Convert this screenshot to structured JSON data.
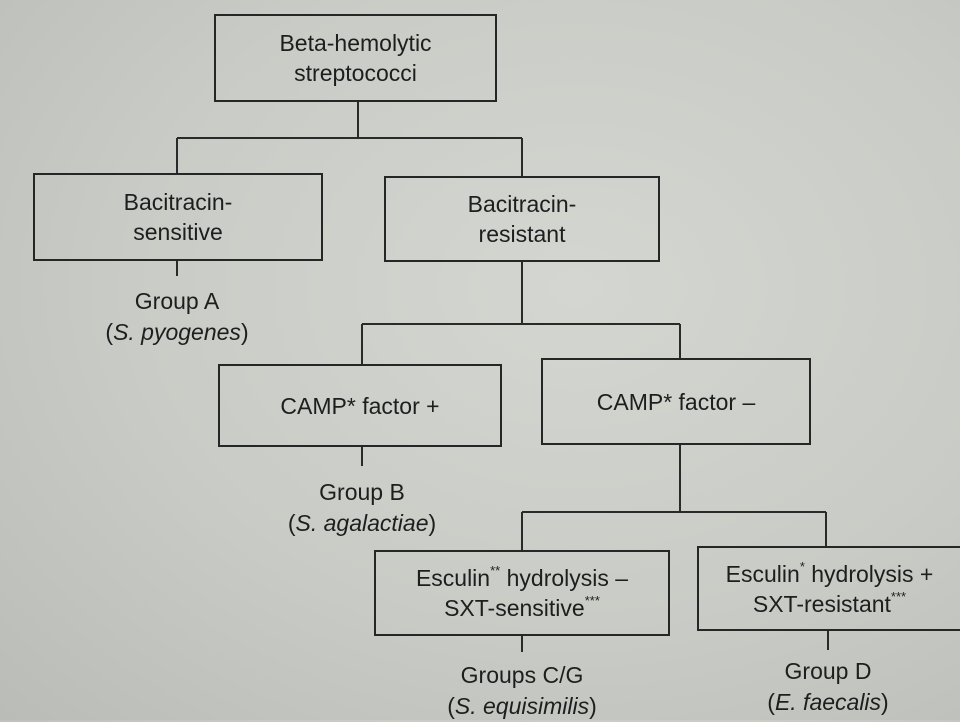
{
  "nodes": {
    "root": {
      "line1": "Beta-hemolytic",
      "line2": "streptococci"
    },
    "bacitracin_sensitive": {
      "line1": "Bacitracin-",
      "line2": "sensitive"
    },
    "bacitracin_resistant": {
      "line1": "Bacitracin-",
      "line2": "resistant"
    },
    "camp_positive": {
      "label": "CAMP* factor +"
    },
    "camp_negative": {
      "label": "CAMP* factor –"
    },
    "esculin_negative": {
      "line1": "Esculin",
      "line1_sup": "**",
      "line1_rest": " hydrolysis –",
      "line2": "SXT-sensitive",
      "line2_sup": "***"
    },
    "esculin_positive": {
      "line1": "Esculin",
      "line1_sup": "*",
      "line1_rest": " hydrolysis +",
      "line2": "SXT-resistant",
      "line2_sup": "***"
    }
  },
  "results": {
    "group_a": {
      "group": "Group A",
      "open": "(",
      "species": "S. pyogenes",
      "close": ")"
    },
    "group_b": {
      "group": "Group B",
      "open": "(",
      "species": "S. agalactiae",
      "close": ")"
    },
    "group_cg": {
      "group": "Groups C/G",
      "open": "(",
      "species": "S. equisimilis",
      "close": ")"
    },
    "group_d": {
      "group": "Group D",
      "open": "(",
      "species": "E. faecalis",
      "close": ")"
    }
  }
}
